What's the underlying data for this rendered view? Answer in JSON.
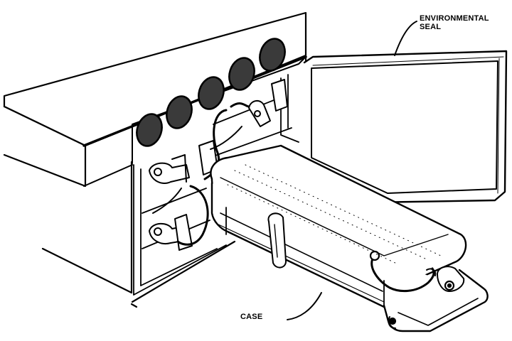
{
  "labels": {
    "environmental_seal": {
      "line1": "ENVIRONMENTAL",
      "line2": "SEAL"
    },
    "case": "CASE"
  },
  "colors": {
    "ink": "#000000",
    "paper": "#ffffff",
    "screen": "#3a3a3a"
  },
  "parts": {
    "vent_count": 5
  }
}
